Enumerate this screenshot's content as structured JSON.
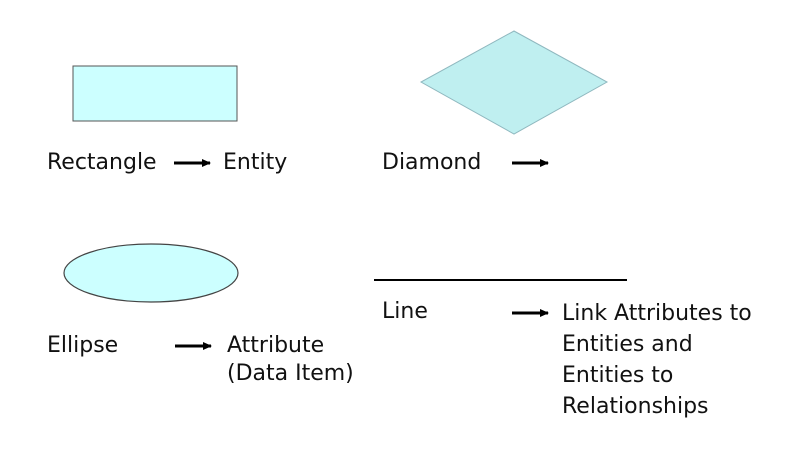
{
  "colors": {
    "shape_fill": "#ccffff",
    "shape_stroke": "#555555",
    "line": "#000000",
    "text": "#111111"
  },
  "items": {
    "rectangle": {
      "shape": "Rectangle",
      "meaning": "Entity"
    },
    "diamond": {
      "shape": "Diamond",
      "meaning": ""
    },
    "ellipse": {
      "shape": "Ellipse",
      "meaning_line1": "Attribute",
      "meaning_line2": "(Data Item)"
    },
    "line": {
      "shape": "Line",
      "meaning_line1": "Link Attributes to",
      "meaning_line2": "Entities and",
      "meaning_line3": "Entities to",
      "meaning_line4": "Relationships"
    }
  }
}
